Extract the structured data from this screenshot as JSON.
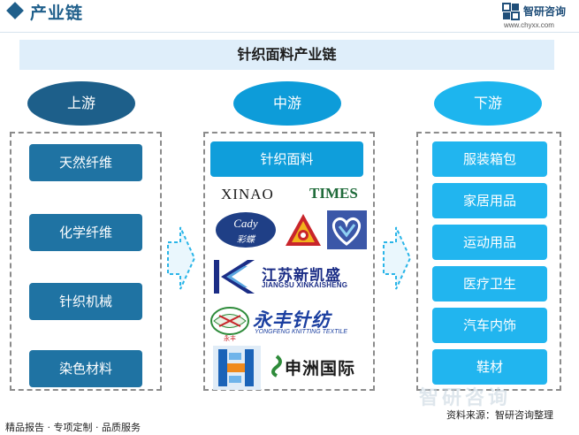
{
  "header": {
    "title": "产业链",
    "title_en": "Industrial Chain",
    "brand_name": "智研咨询",
    "brand_url": "www.chyxx.com"
  },
  "diagram_title": "针织面料产业链",
  "columns": {
    "upstream": {
      "label": "上游",
      "items": [
        "天然纤维",
        "化学纤维",
        "针织机械",
        "染色材料"
      ]
    },
    "midstream": {
      "label": "中游",
      "items": [
        "针织面料"
      ],
      "companies": {
        "xinao": "XINAO",
        "times": "TIMES",
        "cady_en": "Cady",
        "cady_cn": "彩蝶",
        "jiangsu_cn": "江苏新凯盛",
        "jiangsu_en": "JIANGSU XINKAISHENG",
        "yongfeng_cn": "永丰针纺",
        "yongfeng_en": "YONGFENG KNITTING TEXTILE",
        "yongfeng_seal": "永丰",
        "shenzhou": "申洲国际"
      }
    },
    "downstream": {
      "label": "下游",
      "items": [
        "服装箱包",
        "家居用品",
        "运动用品",
        "医疗卫生",
        "汽车内饰",
        "鞋材"
      ]
    }
  },
  "footer": {
    "left": "精品报告 · 专项定制 · 品质服务",
    "source": "资料来源：智研咨询整理",
    "watermark": "智研咨询"
  },
  "colors": {
    "upstream": "#1f73a3",
    "midstream": "#0f9edb",
    "downstream": "#21b5ef",
    "title_bar": "#dfeefa"
  }
}
